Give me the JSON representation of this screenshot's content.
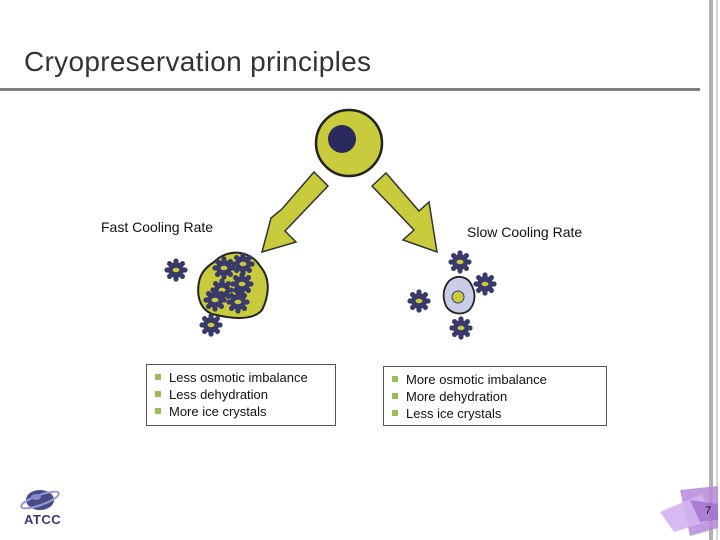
{
  "slide": {
    "title": "Cryopreservation principles",
    "page_number": "7"
  },
  "fast": {
    "label": "Fast Cooling Rate",
    "bullets": [
      "Less osmotic imbalance",
      "Less dehydration",
      "More ice crystals"
    ]
  },
  "slow": {
    "label": "Slow Cooling Rate",
    "bullets": [
      "More osmotic imbalance",
      "More dehydration",
      "Less ice crystals"
    ]
  },
  "logo": {
    "text": "ATCC"
  },
  "colors": {
    "cell_fill": "#c8cc3c",
    "nucleus": "#2a2a5e",
    "arrow_fill": "#c8cc3c",
    "crystal": "#3a3a6a",
    "dehydrated_cell": "#c9cde8",
    "bullet": "#9bbb59",
    "corner_accent": "#b68adb"
  }
}
